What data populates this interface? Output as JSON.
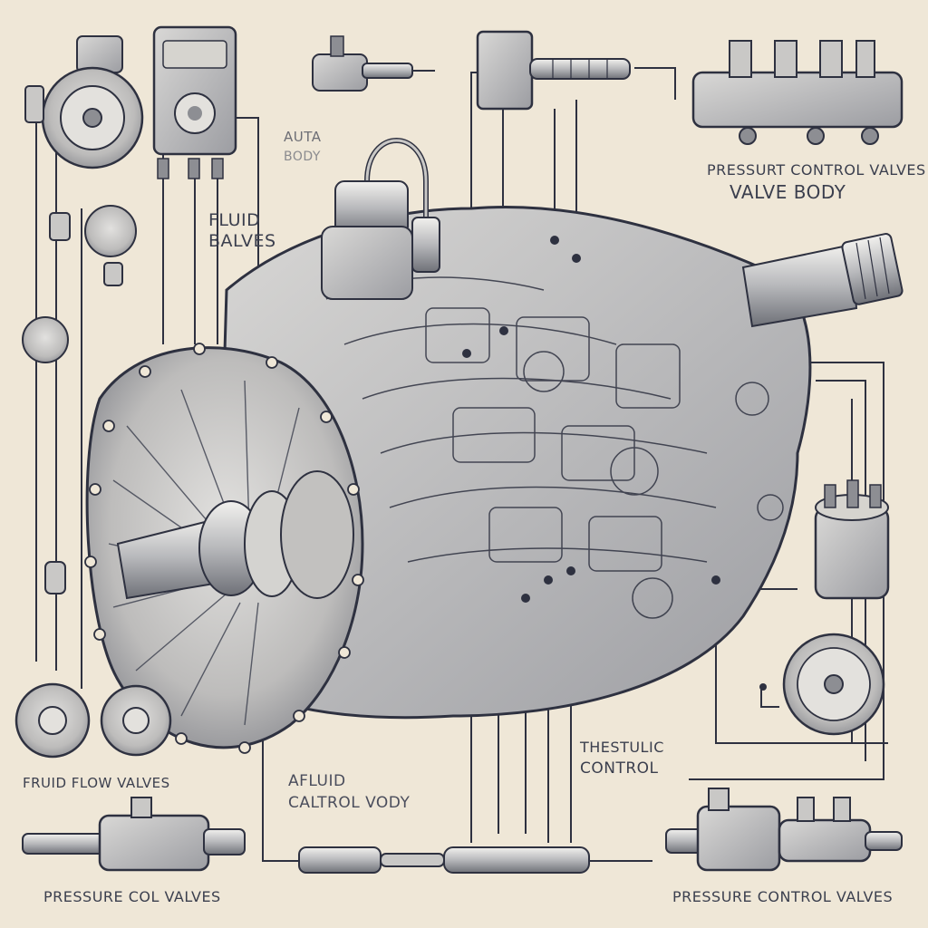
{
  "labels": {
    "auto_body_a": "AUTA",
    "auto_body_b": "BODY",
    "fluid_valves_1": "FLUID",
    "fluid_valves_2": "BALVES",
    "pressure_top": "PRESSURT CONTROL VALVES",
    "valve_body": "VALVE BODY",
    "fluid_flow": "FRUID FLOW VALVES",
    "center_bottom_1": "AFLUID",
    "center_bottom_2": "CALTROL VODY",
    "thestulic": "THESTULIC",
    "control": "CONTROL",
    "pressure_bottom_left": "PRESSURE COL VALVES",
    "pressure_bottom_right": "PRESSURE CONTROL VALVES"
  },
  "colors": {
    "paper": "#efe7d7",
    "ink": "#3b3f4e",
    "metal": "#c9c8c6",
    "metal_dark": "#8d8e93",
    "accent_blue": "#5a6e9c"
  }
}
